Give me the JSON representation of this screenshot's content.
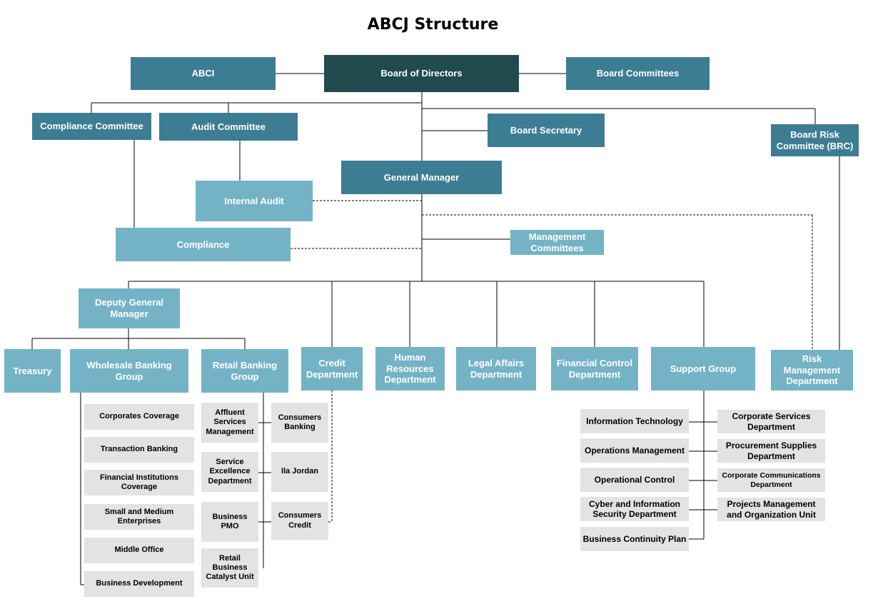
{
  "title": "ABCJ Structure",
  "nodes": {
    "abci": "ABCI",
    "board_of_directors": "Board of Directors",
    "board_committees": "Board Committees",
    "compliance_committee": "Compliance Committee",
    "audit_committee": "Audit Committee",
    "board_secretary": "Board Secretary",
    "board_risk_committee": "Board Risk Committee (BRC)",
    "general_manager": "General Manager",
    "internal_audit": "Internal Audit",
    "compliance": "Compliance",
    "management_committees": "Management Committees",
    "deputy_general_manager": "Deputy General Manager",
    "treasury": "Treasury",
    "wholesale_banking_group": "Wholesale Banking Group",
    "retail_banking_group": "Retail Banking Group",
    "credit_department": "Credit Department",
    "human_resources_department": "Human Resources Department",
    "legal_affairs_department": "Legal Affairs Department",
    "financial_control_department": "Financial Control Department",
    "support_group": "Support Group",
    "risk_management_department": "Risk Management Department"
  },
  "wholesale_units": [
    "Corporates Coverage",
    "Transaction Banking",
    "Financial Institutions Coverage",
    "Small and Medium Enterprises",
    "Middle Office",
    "Business Development"
  ],
  "retail_units": [
    "Affluent Services Management",
    "Service Excellence Department",
    "Business PMO",
    "Retail Business Catalyst Unit"
  ],
  "consumer_units": [
    "Consumers Banking",
    "Ila Jordan",
    "Consumers Credit"
  ],
  "support_left_units": [
    "Information Technology",
    "Operations Management",
    "Operational Control",
    "Cyber and Information Security Department",
    "Business Continuity Plan"
  ],
  "support_right_units": [
    "Corporate Services Department",
    "Procurement Supplies Department",
    "Corporate Communications Department",
    "Projects Management and Organization Unit"
  ],
  "colors": {
    "dark": "#204a4e",
    "medium": "#3d7d94",
    "light": "#74b3c6",
    "grey": "#e3e3e3",
    "line": "#000000"
  }
}
